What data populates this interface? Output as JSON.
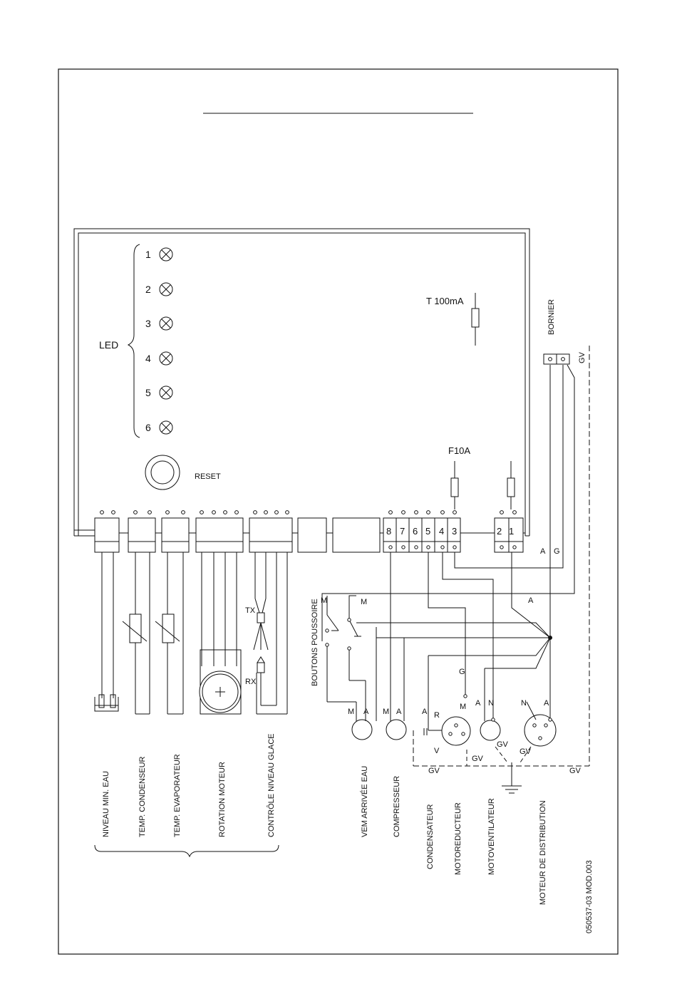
{
  "leds": {
    "group_label": "LED",
    "items": [
      "1",
      "2",
      "3",
      "4",
      "5",
      "6"
    ]
  },
  "reset_label": "RESET",
  "fuses": {
    "small": "T  100mA",
    "main": "F10A"
  },
  "bornier_label": "BORNIER",
  "terminals": {
    "main_block": [
      "8",
      "7",
      "6",
      "5",
      "4",
      "3"
    ],
    "power_block": [
      "2",
      "1"
    ]
  },
  "wire_labels": {
    "gv": "GV",
    "a": "A",
    "g": "G",
    "m": "M",
    "n": "N",
    "r": "R",
    "v": "V",
    "tx": "TX",
    "rx": "RX"
  },
  "boutons_label": "BOUTONS POUSSOIRE",
  "sensors": [
    "NIVEAU MIN. EAU",
    "TEMP. CONDENSEUR",
    "TEMP. EVAPORATEUR",
    "ROTATION MOTEUR",
    "CONTRÔLE NIVEAU GLACE"
  ],
  "loads": [
    "VEM ARRIVÉE EAU",
    "COMPRESSEUR",
    "CONDENSATEUR",
    "MOTOREDUCTEUR",
    "MOTOVENTILATEUR",
    "MOTEUR DE DISTRIBUTION"
  ],
  "doc_ref": "050537-03   MOD.003"
}
